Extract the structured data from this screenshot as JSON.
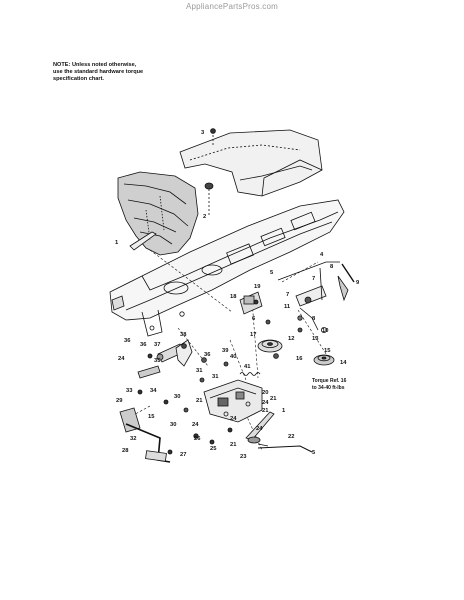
{
  "watermark": "AppliancePartsPros.com",
  "note": {
    "line1": "NOTE: Unless noted otherwise,",
    "line2": "use the standard hardware torque",
    "line3": "specification chart."
  },
  "torque_note": {
    "line1": "Torque Ref. 16",
    "line2": "to 34-40 ft-lbs"
  },
  "callouts": [
    "1",
    "2",
    "3",
    "4",
    "5",
    "6",
    "7",
    "8",
    "9",
    "10",
    "11",
    "12",
    "13",
    "14",
    "15",
    "16",
    "17",
    "18",
    "19",
    "20",
    "21",
    "22",
    "23",
    "24",
    "25",
    "26",
    "27",
    "28",
    "29",
    "30",
    "31",
    "32",
    "33",
    "34",
    "35",
    "36",
    "37",
    "38",
    "39",
    "40",
    "41"
  ]
}
